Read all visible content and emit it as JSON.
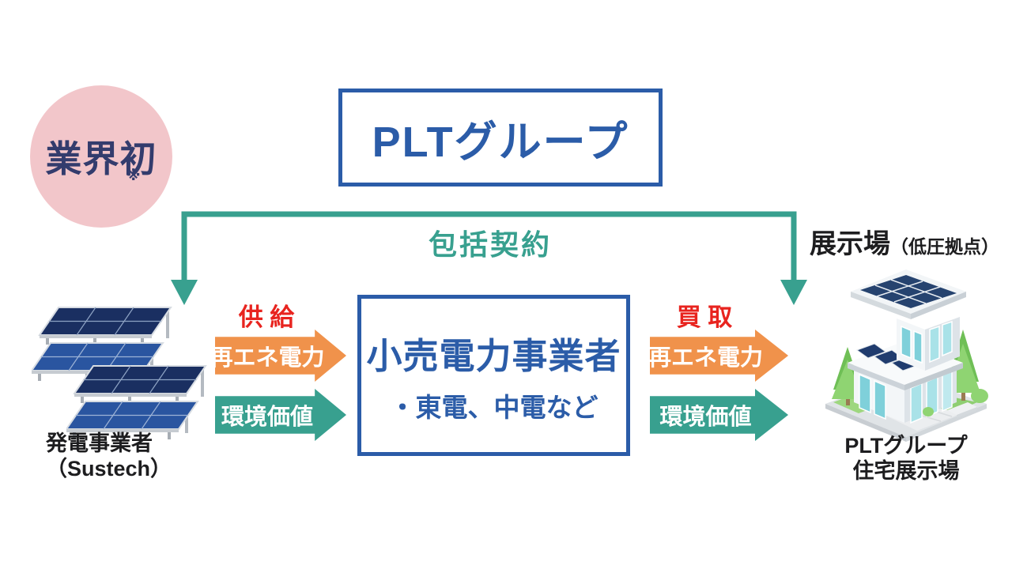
{
  "colors": {
    "blue": "#2b5ca8",
    "navy": "#333c6d",
    "teal": "#38a08f",
    "orange": "#f0924b",
    "red": "#e8241f",
    "pink": "#f2c6ca",
    "ink": "#1d1d1f",
    "white": "#ffffff"
  },
  "badge": {
    "label": "業界初",
    "note_mark": "※"
  },
  "header": {
    "title": "PLTグループ"
  },
  "contract": {
    "label": "包括契約"
  },
  "exhibition": {
    "title": "展示場",
    "qualifier": "（低圧拠点）"
  },
  "generator": {
    "icon": "solar-array",
    "caption_line1": "発電事業者",
    "caption_line2": "（Sustech）"
  },
  "supply": {
    "label": "供 給",
    "arrows": [
      {
        "label": "再エネ電力",
        "color": "#f0924b"
      },
      {
        "label": "環境価値",
        "color": "#38a08f"
      }
    ]
  },
  "retailer": {
    "title": "小売電力事業者",
    "subtitle": "・東電、中電など"
  },
  "purchase": {
    "label": "買 取",
    "arrows": [
      {
        "label": "再エネ電力",
        "color": "#f0924b"
      },
      {
        "label": "環境価値",
        "color": "#38a08f"
      }
    ]
  },
  "housing": {
    "icon": "exhibition-house",
    "caption_line1": "PLTグループ",
    "caption_line2": "住宅展示場"
  }
}
